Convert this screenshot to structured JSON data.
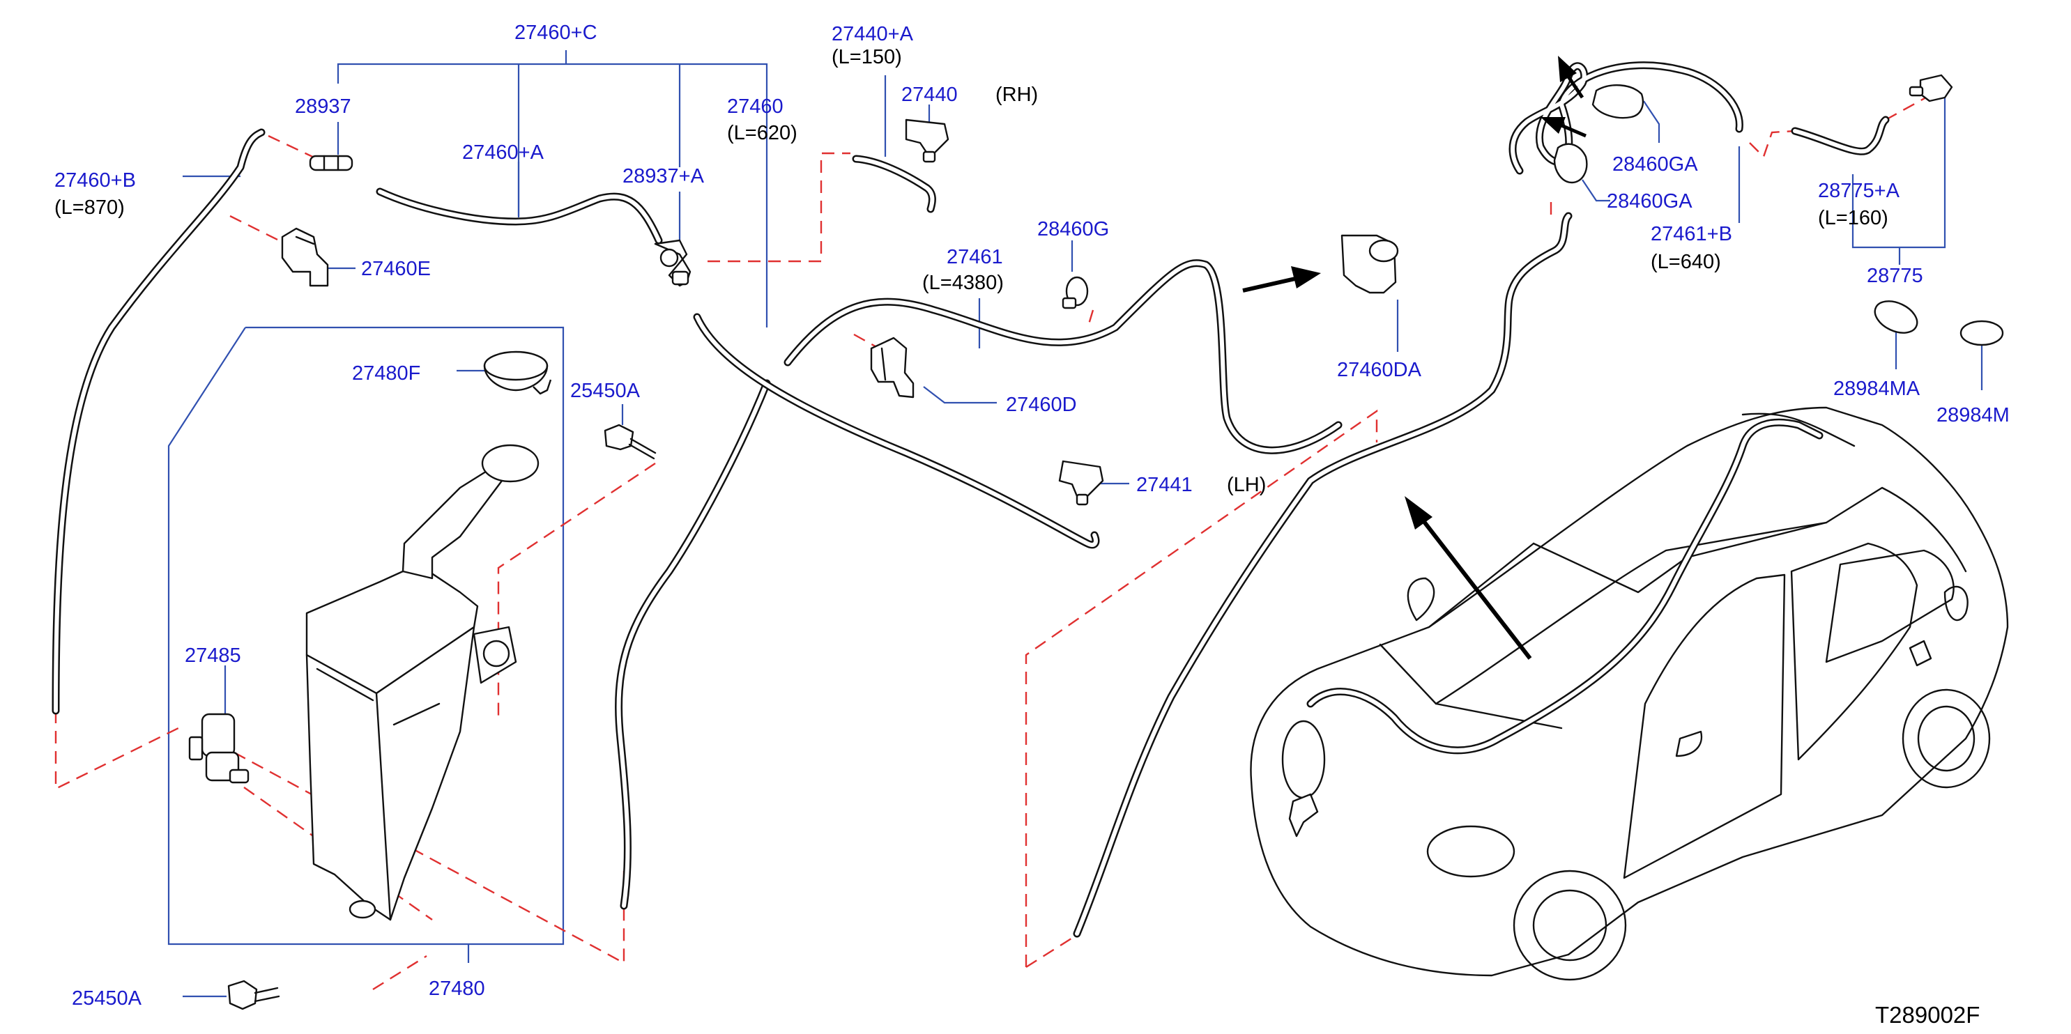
{
  "diagram": {
    "code": "T289002F",
    "colors": {
      "part_label": "#1a1acc",
      "leader": "#3050b0",
      "guide": "#e03030",
      "ink": "#111111"
    },
    "labels": {
      "p27460C": "27460+C",
      "p28937": "28937",
      "p27460A": "27460+A",
      "p28937A": "28937+A",
      "p27460": "27460",
      "p27460_len": "(L=620)",
      "p27460B": "27460+B",
      "p27460B_len": "(L=870)",
      "p27460E": "27460E",
      "p27440A": "27440+A",
      "p27440A_len": "(L=150)",
      "p27440": "27440",
      "rh": "(RH)",
      "p27461": "27461",
      "p27461_len": "(L=4380)",
      "p28460G": "28460G",
      "p27460DA": "27460DA",
      "p27460D": "27460D",
      "p27480F": "27480F",
      "p25450A_top": "25450A",
      "p27441": "27441",
      "lh": "(LH)",
      "p27485": "27485",
      "p25450A_bottom": "25450A",
      "p27480": "27480",
      "p28460GA_1": "28460GA",
      "p28460GA_2": "28460GA",
      "p27461B": "27461+B",
      "p27461B_len": "(L=640)",
      "p28775A": "28775+A",
      "p28775A_len": "(L=160)",
      "p28775": "28775",
      "p28984MA": "28984MA",
      "p28984M": "28984M"
    }
  }
}
